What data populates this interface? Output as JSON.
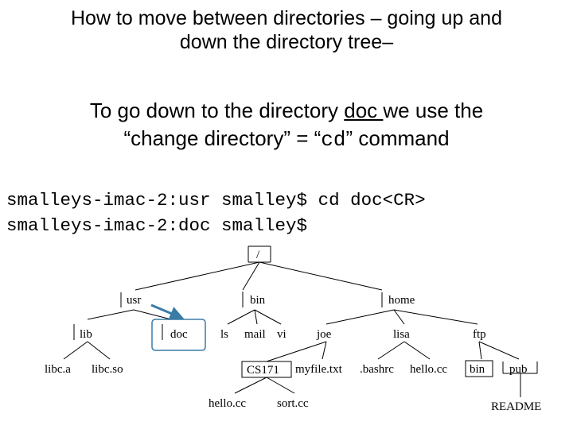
{
  "title": {
    "line1": "How to move between directories – going up and",
    "line2": "down the directory tree–"
  },
  "subtitle": {
    "pre": "To go down to the directory ",
    "doc": "doc ",
    "post": "we use the",
    "line2_pre": "“change directory” = “",
    "cmd": "cd",
    "line2_post": "” command"
  },
  "terminal": {
    "line1": "smalleys-imac-2:usr smalley$ cd doc<CR>",
    "line2": "smalleys-imac-2:doc smalley$"
  },
  "tree": {
    "root": "/",
    "usr": "usr",
    "bin": "bin",
    "home": "home",
    "lib": "lib",
    "doc": "doc",
    "ls": "ls",
    "mail": "mail",
    "vi": "vi",
    "joe": "joe",
    "lisa": "lisa",
    "ftp": "ftp",
    "libc_a": "libc.a",
    "libc_so": "libc.so",
    "cs171": "CS171",
    "myfile": "myfile.txt",
    "bashrc": ".bashrc",
    "hello_cc_lisa": "hello.cc",
    "bin2": "bin",
    "pub": "pub",
    "hello_cc": "hello.cc",
    "sort_cc": "sort.cc",
    "readme": "README"
  },
  "colors": {
    "highlight": "#3a7ca5",
    "line": "#000000"
  }
}
